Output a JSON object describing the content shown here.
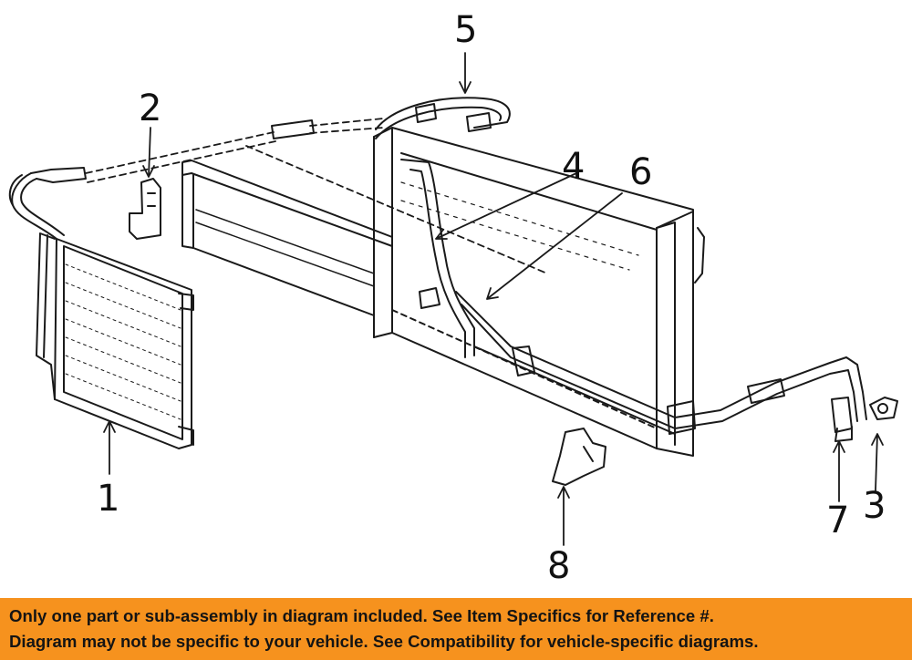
{
  "callouts": [
    {
      "id": "1",
      "label": "1"
    },
    {
      "id": "2",
      "label": "2"
    },
    {
      "id": "3",
      "label": "3"
    },
    {
      "id": "4",
      "label": "4"
    },
    {
      "id": "5",
      "label": "5"
    },
    {
      "id": "6",
      "label": "6"
    },
    {
      "id": "7",
      "label": "7"
    },
    {
      "id": "8",
      "label": "8"
    }
  ],
  "banner": {
    "line1": "Only one part or sub-assembly in diagram included. See Item Specifics for Reference #.",
    "line2": "Diagram may not be specific to your vehicle. See Compatibility for vehicle-specific diagrams."
  },
  "colors": {
    "banner_bg": "#f6921e",
    "line_art": "#1a1a1a"
  }
}
